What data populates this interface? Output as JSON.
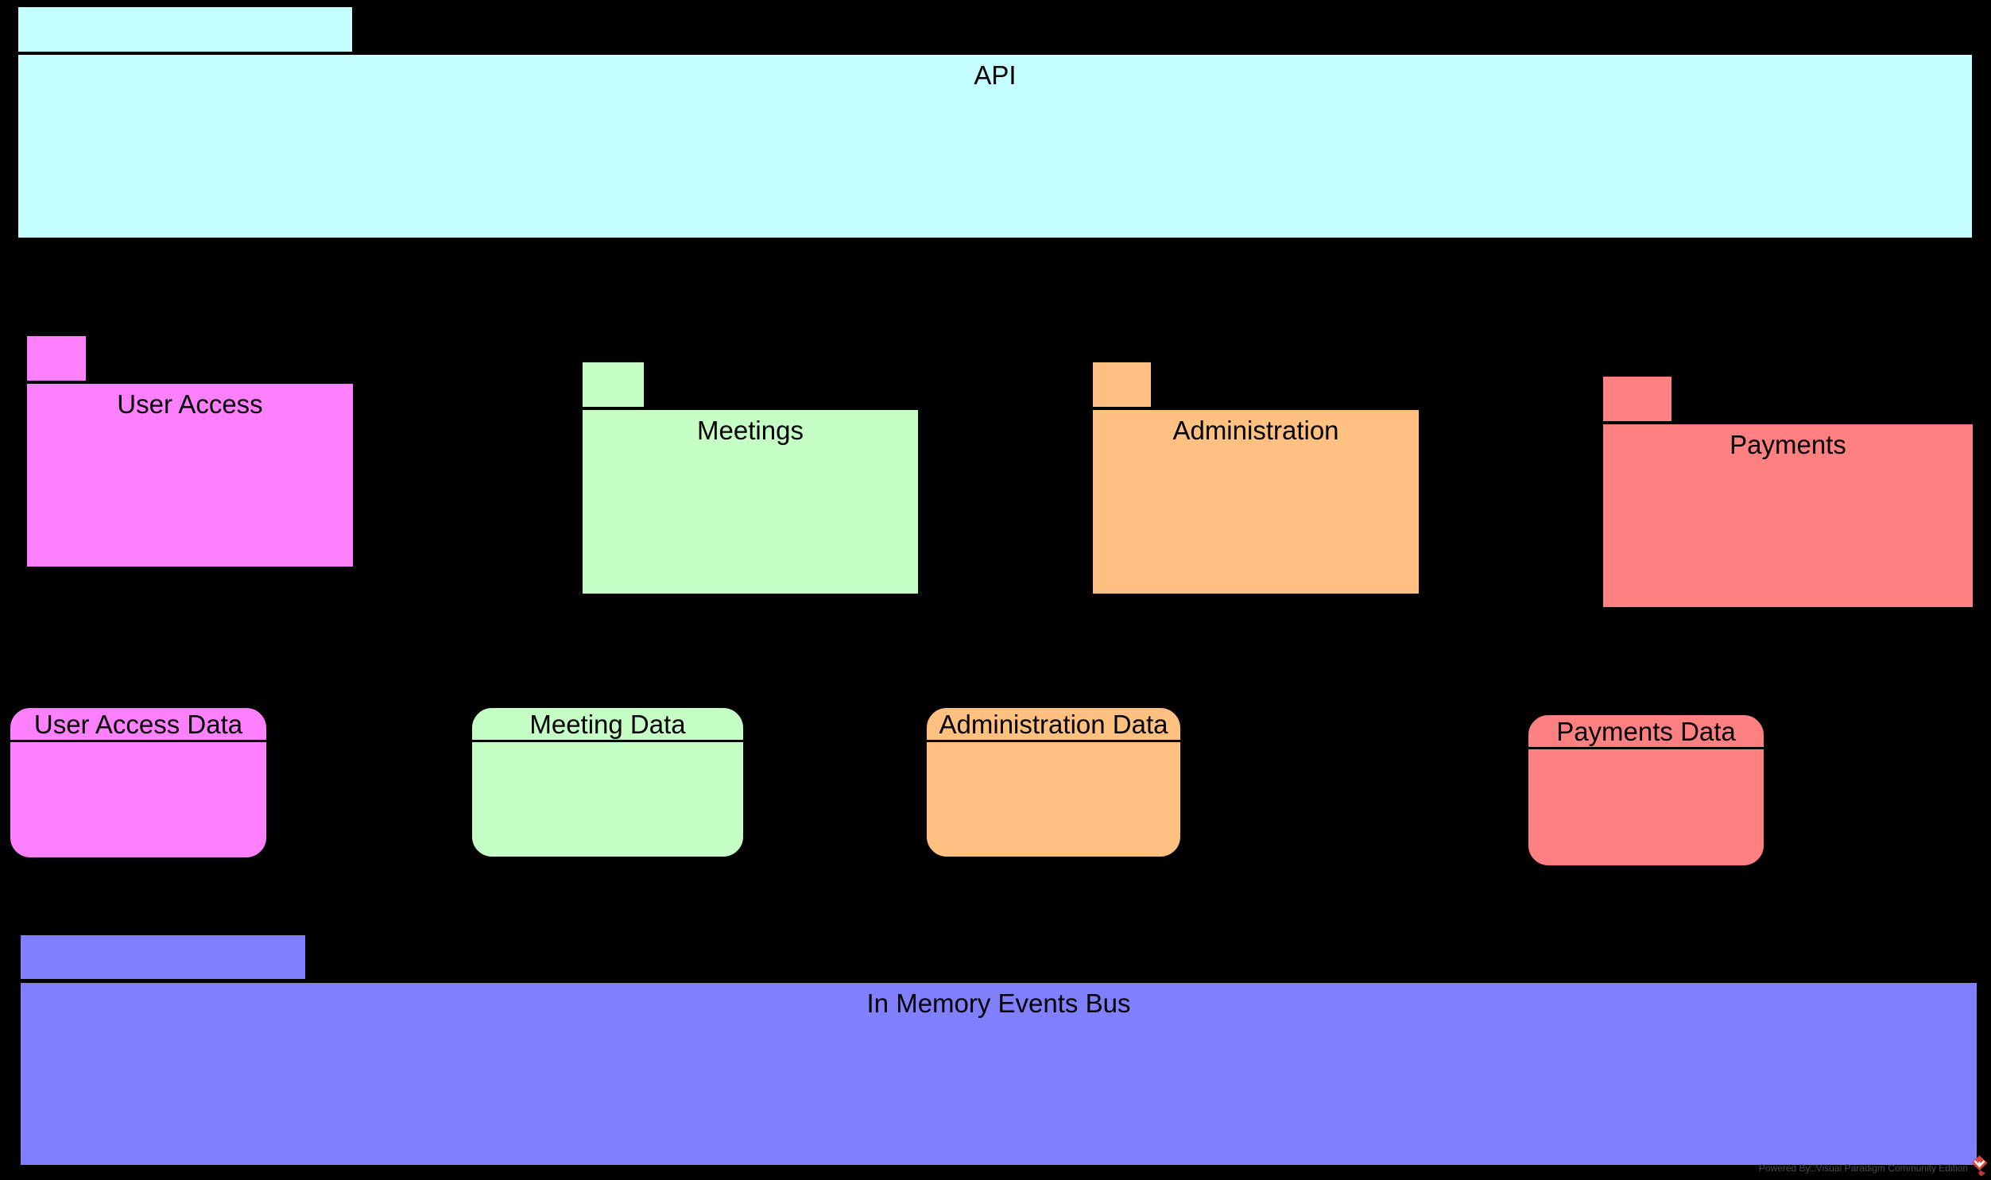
{
  "diagram": {
    "background": "#000000",
    "packages": [
      {
        "label": "API",
        "color": "#c6ffff"
      },
      {
        "label": "User Access",
        "color": "#ff80ff"
      },
      {
        "label": "Meetings",
        "color": "#c6ffc6"
      },
      {
        "label": "Administration",
        "color": "#ffc080"
      },
      {
        "label": "Payments",
        "color": "#ff8080"
      },
      {
        "label": "In Memory Events Bus",
        "color": "#8080ff"
      }
    ],
    "data_stores": [
      {
        "label": "User Access Data",
        "color": "#ff80ff"
      },
      {
        "label": "Meeting Data",
        "color": "#c6ffc6"
      },
      {
        "label": "Administration Data",
        "color": "#ffc080"
      },
      {
        "label": "Payments Data",
        "color": "#ff8080"
      }
    ],
    "watermark": {
      "text": "Powered By□Visual Paradigm Community Edition",
      "logo": "visual-paradigm-diamond",
      "text_color": "#4d4d4d",
      "logo_color": "#d9453c"
    }
  }
}
